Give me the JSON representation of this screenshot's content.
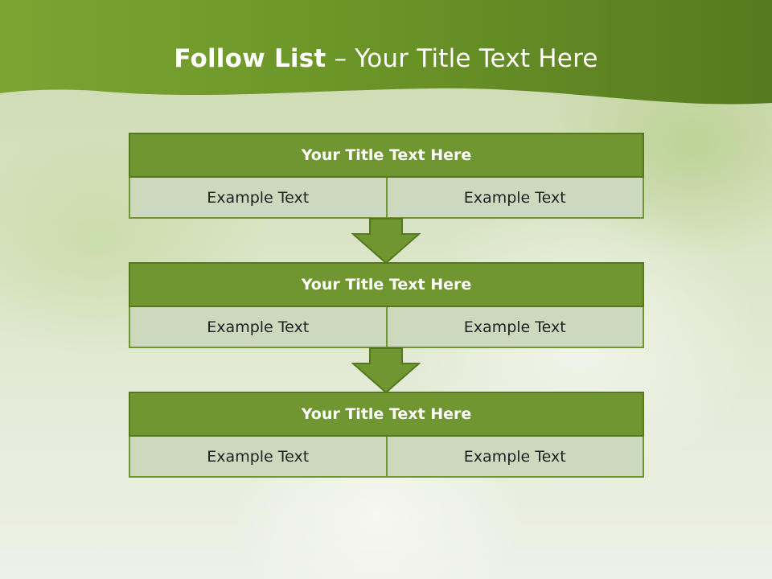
{
  "slide": {
    "title_bold": "Follow List",
    "title_rest": " – Your Title Text Here"
  },
  "blocks": [
    {
      "title": "Your Title Text Here",
      "left": "Example Text",
      "right": "Example Text"
    },
    {
      "title": "Your Title Text Here",
      "left": "Example Text",
      "right": "Example Text"
    },
    {
      "title": "Your Title Text Here",
      "left": "Example Text",
      "right": "Example Text"
    }
  ],
  "colors": {
    "header_green": "#6a9327",
    "title_bar": "#6f9630",
    "cell_fill": "#cdd9bf"
  }
}
